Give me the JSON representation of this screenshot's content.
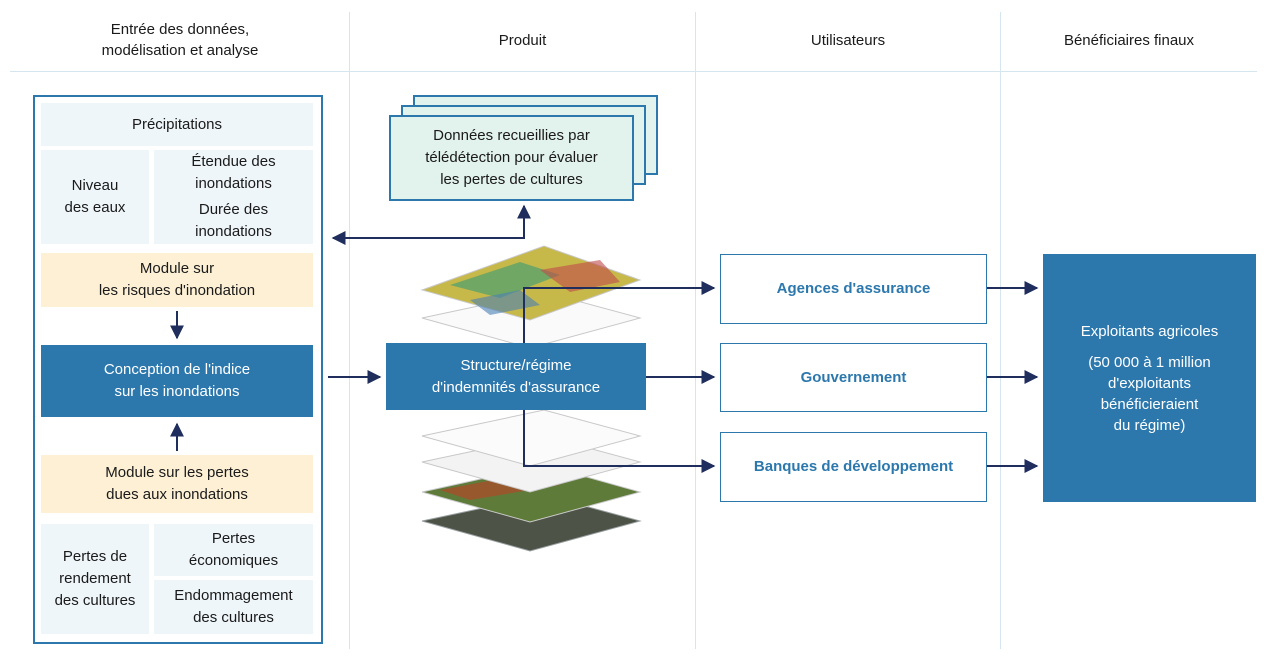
{
  "columns": {
    "input": "Entrée des données,\nmodélisation et analyse",
    "product": "Produit",
    "users": "Utilisateurs",
    "beneficiaries": "Bénéficiaires finaux"
  },
  "input_panel": {
    "precipitation": "Précipitations",
    "water_level": "Niveau\ndes eaux",
    "flood_extent": "Étendue des\ninondations",
    "flood_duration": "Durée des\ninondations",
    "flood_risk_module": "Module sur\nles risques d'inondation",
    "index_design": "Conception de l'indice\nsur les inondations",
    "flood_loss_module": "Module sur les pertes\ndues aux inondations",
    "yield_loss": "Pertes de\nrendement\ndes cultures",
    "economic_loss": "Pertes\néconomiques",
    "crop_damage": "Endommagement\ndes cultures"
  },
  "product": {
    "remote_sensing": "Données recueillies par\ntélédétection pour évaluer\nles pertes de cultures",
    "insurance_structure": "Structure/régime\nd'indemnités d'assurance"
  },
  "users": {
    "insurance": "Agences d'assurance",
    "government": "Gouvernement",
    "banks": "Banques de développement"
  },
  "beneficiaries": {
    "farmers_title": "Exploitants agricoles",
    "farmers_detail": "(50 000 à 1 million\nd'exploitants\nbénéficieraient\ndu régime)"
  },
  "colors": {
    "primary": "#2c78ad",
    "arrow": "#1f2e5c",
    "light_blue": "#eef6fa",
    "peach": "#fdf0d5",
    "teal": "#e2f2ec"
  }
}
